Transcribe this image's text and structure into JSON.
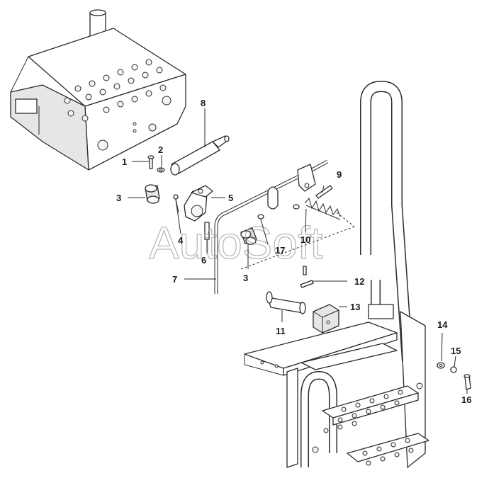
{
  "watermark": "AutoSoft",
  "callouts": [
    {
      "label": "1"
    },
    {
      "label": "2"
    },
    {
      "label": "3"
    },
    {
      "label": "4"
    },
    {
      "label": "5"
    },
    {
      "label": "6"
    },
    {
      "label": "7"
    },
    {
      "label": "8"
    },
    {
      "label": "9"
    },
    {
      "label": "10"
    },
    {
      "label": "17"
    },
    {
      "label": "3"
    },
    {
      "label": "12"
    },
    {
      "label": "13"
    },
    {
      "label": "11"
    },
    {
      "label": "14"
    },
    {
      "label": "15"
    },
    {
      "label": "16"
    }
  ]
}
